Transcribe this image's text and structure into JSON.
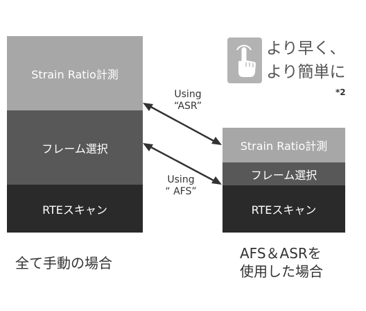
{
  "manual": {
    "caption": "全て手動の場合",
    "blocks": [
      "Strain Ratio計測",
      "フレーム選択",
      "RTEスキャン"
    ]
  },
  "auto": {
    "caption_line1": "AFS＆ASRを",
    "caption_line2": "使用した場合",
    "blocks": [
      "Strain Ratio計測",
      "フレーム選択",
      "RTEスキャン"
    ]
  },
  "arrows": {
    "top": {
      "line1": "Using",
      "line2": "“ASR”"
    },
    "bottom": {
      "line1": "Using",
      "line2": "“ AFS”"
    }
  },
  "slogan": {
    "line1": "より早く、",
    "line2": "より簡単に",
    "footnote": "*2",
    "icon": "tap-hand-icon"
  },
  "colors": {
    "light_gray": "#a7a7a7",
    "mid_gray": "#585858",
    "dark_gray": "#2a2a2a"
  }
}
